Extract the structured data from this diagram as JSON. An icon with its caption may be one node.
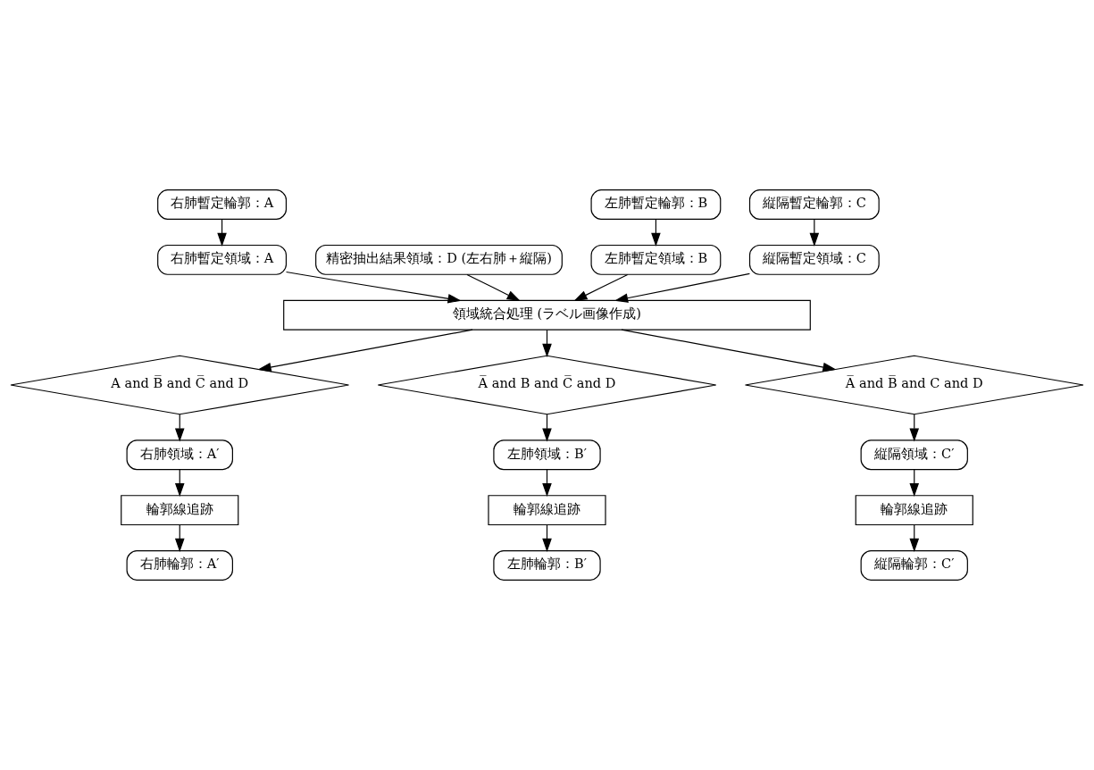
{
  "diagram": {
    "nodes": [
      {
        "text": [
          "右肺暫定輪郭：A"
        ]
      },
      {
        "text": [
          "左肺暫定輪郭：B"
        ]
      },
      {
        "text": [
          "縦隔暫定輪郭：C"
        ]
      },
      {
        "text": [
          "精密抽出結果領域：D (左右肺＋縦隔)"
        ]
      },
      {
        "text": [
          "右肺暫定領域：A"
        ]
      },
      {
        "text": [
          "左肺暫定領域：B"
        ]
      },
      {
        "text": [
          "縦隔暫定領域：C"
        ]
      },
      {
        "text": [
          "領域統合処理 (ラベル画像作成)"
        ]
      },
      {
        "text": [
          "A and B̅ and C̅ and D"
        ]
      },
      {
        "text": [
          "A̅ and B and C̅ and D"
        ]
      },
      {
        "text": [
          "A̅ and B̅ and C and D"
        ]
      },
      {
        "text": [
          "右肺領域：A′"
        ]
      },
      {
        "text": [
          "左肺領域：B′"
        ]
      },
      {
        "text": [
          "縦隔領域：C′"
        ]
      },
      {
        "text": [
          "輪郭線追跡"
        ]
      },
      {
        "text": [
          "輪郭線追跡"
        ]
      },
      {
        "text": [
          "輪郭線追跡"
        ]
      },
      {
        "text": [
          "右肺輪郭：A′"
        ]
      },
      {
        "text": [
          "左肺輪郭：B′"
        ]
      },
      {
        "text": [
          "縦隔輪郭：C′"
        ]
      }
    ],
    "edges": [
      {
        "from": 0,
        "to": 4,
        "arrow": "to"
      },
      {
        "from": 1,
        "to": 5,
        "arrow": "to"
      },
      {
        "from": 2,
        "to": 6,
        "arrow": "to"
      },
      {
        "from": 4,
        "to": 7,
        "arrow": "to"
      },
      {
        "from": 5,
        "to": 7,
        "arrow": "to"
      },
      {
        "from": 6,
        "to": 7,
        "arrow": "to"
      },
      {
        "from": 3,
        "to": 7,
        "arrow": "to"
      },
      {
        "from": 7,
        "to": 8,
        "arrow": "to"
      },
      {
        "from": 7,
        "to": 9,
        "arrow": "to"
      },
      {
        "from": 7,
        "to": 10,
        "arrow": "to"
      },
      {
        "from": 8,
        "to": 11,
        "arrow": "to"
      },
      {
        "from": 9,
        "to": 12,
        "arrow": "to"
      },
      {
        "from": 10,
        "to": 13,
        "arrow": "to"
      },
      {
        "from": 11,
        "to": 14,
        "arrow": "to"
      },
      {
        "from": 12,
        "to": 15,
        "arrow": "to"
      },
      {
        "from": 13,
        "to": 16,
        "arrow": "to"
      },
      {
        "from": 14,
        "to": 17,
        "arrow": "to"
      },
      {
        "from": 15,
        "to": 18,
        "arrow": "to"
      },
      {
        "from": 16,
        "to": 19,
        "arrow": "to"
      }
    ]
  }
}
